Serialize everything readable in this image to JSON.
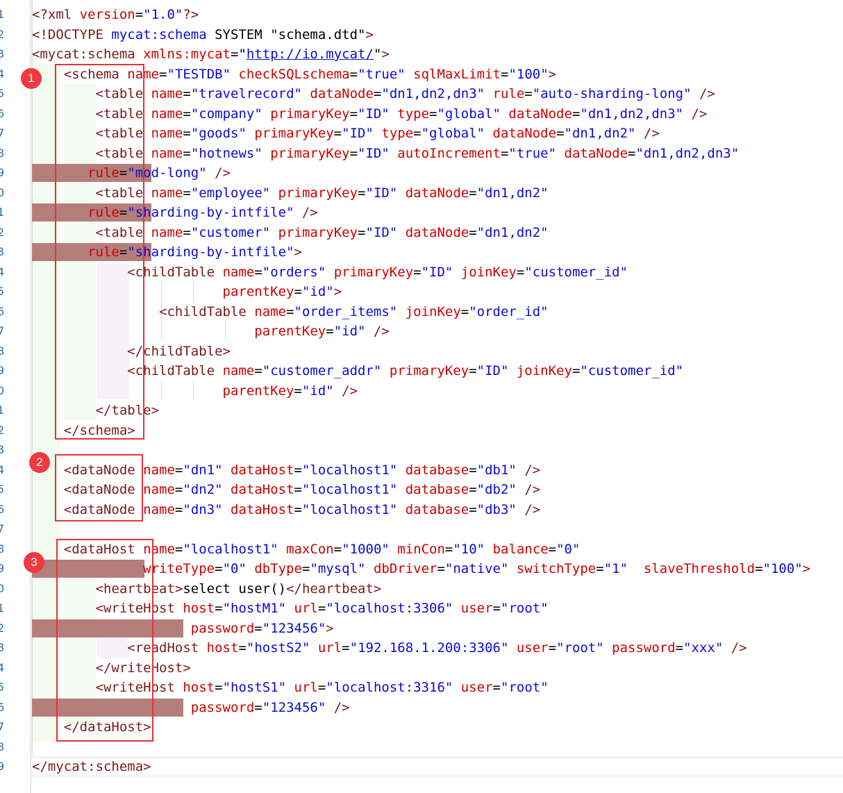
{
  "editor": {
    "line_numbers": [
      "1",
      "2",
      "3",
      "4",
      "5",
      "6",
      "7",
      "8",
      "9",
      "0",
      "1",
      "2",
      "3",
      "4",
      "5",
      "6",
      "7",
      "8",
      "9",
      "0",
      "1",
      "2",
      "3",
      "4",
      "5",
      "6",
      "7",
      "8",
      "9",
      "0",
      "1",
      "2",
      "3",
      "4",
      "5",
      "6",
      "7",
      "8",
      "9"
    ],
    "lines": [
      [
        [
          "t",
          "<?xml "
        ],
        [
          "a",
          "version"
        ],
        [
          "x",
          "="
        ],
        [
          "v",
          "\"1.0\""
        ],
        [
          "t",
          "?>"
        ]
      ],
      [
        [
          "t",
          "<!DOCTYPE "
        ],
        [
          "v",
          "mycat:schema "
        ],
        [
          "x",
          "SYSTEM "
        ],
        [
          "x",
          "\"schema.dtd\""
        ],
        [
          "t",
          ">"
        ]
      ],
      [
        [
          "t",
          "<mycat:schema "
        ],
        [
          "a",
          "xmlns:mycat"
        ],
        [
          "x",
          "="
        ],
        [
          "x",
          "\""
        ],
        [
          "u",
          "http://io.mycat/"
        ],
        [
          "x",
          "\""
        ],
        [
          "t",
          ">"
        ]
      ],
      [
        [
          "x",
          "    "
        ],
        [
          "t",
          "<schema "
        ],
        [
          "a",
          "name"
        ],
        [
          "x",
          "="
        ],
        [
          "v",
          "\"TESTDB\" "
        ],
        [
          "a",
          "checkSQLschema"
        ],
        [
          "x",
          "="
        ],
        [
          "v",
          "\"true\" "
        ],
        [
          "a",
          "sqlMaxLimit"
        ],
        [
          "x",
          "="
        ],
        [
          "v",
          "\"100\""
        ],
        [
          "t",
          ">"
        ]
      ],
      [
        [
          "x",
          "        "
        ],
        [
          "t",
          "<table "
        ],
        [
          "a",
          "name"
        ],
        [
          "x",
          "="
        ],
        [
          "v",
          "\"travelrecord\" "
        ],
        [
          "a",
          "dataNode"
        ],
        [
          "x",
          "="
        ],
        [
          "v",
          "\"dn1,dn2,dn3\" "
        ],
        [
          "a",
          "rule"
        ],
        [
          "x",
          "="
        ],
        [
          "v",
          "\"auto-sharding-long\" "
        ],
        [
          "t",
          "/>"
        ]
      ],
      [
        [
          "x",
          "        "
        ],
        [
          "t",
          "<table "
        ],
        [
          "a",
          "name"
        ],
        [
          "x",
          "="
        ],
        [
          "v",
          "\"company\" "
        ],
        [
          "a",
          "primaryKey"
        ],
        [
          "x",
          "="
        ],
        [
          "v",
          "\"ID\" "
        ],
        [
          "a",
          "type"
        ],
        [
          "x",
          "="
        ],
        [
          "v",
          "\"global\" "
        ],
        [
          "a",
          "dataNode"
        ],
        [
          "x",
          "="
        ],
        [
          "v",
          "\"dn1,dn2,dn3\" "
        ],
        [
          "t",
          "/>"
        ]
      ],
      [
        [
          "x",
          "        "
        ],
        [
          "t",
          "<table "
        ],
        [
          "a",
          "name"
        ],
        [
          "x",
          "="
        ],
        [
          "v",
          "\"goods\" "
        ],
        [
          "a",
          "primaryKey"
        ],
        [
          "x",
          "="
        ],
        [
          "v",
          "\"ID\" "
        ],
        [
          "a",
          "type"
        ],
        [
          "x",
          "="
        ],
        [
          "v",
          "\"global\" "
        ],
        [
          "a",
          "dataNode"
        ],
        [
          "x",
          "="
        ],
        [
          "v",
          "\"dn1,dn2\" "
        ],
        [
          "t",
          "/>"
        ]
      ],
      [
        [
          "x",
          "        "
        ],
        [
          "t",
          "<table "
        ],
        [
          "a",
          "name"
        ],
        [
          "x",
          "="
        ],
        [
          "v",
          "\"hotnews\" "
        ],
        [
          "a",
          "primaryKey"
        ],
        [
          "x",
          "="
        ],
        [
          "v",
          "\"ID\" "
        ],
        [
          "a",
          "autoIncrement"
        ],
        [
          "x",
          "="
        ],
        [
          "v",
          "\"true\" "
        ],
        [
          "a",
          "dataNode"
        ],
        [
          "x",
          "="
        ],
        [
          "v",
          "\"dn1,dn2,dn3\""
        ]
      ],
      [
        [
          "x",
          "       "
        ],
        [
          "a",
          "rule"
        ],
        [
          "x",
          "="
        ],
        [
          "v",
          "\"mod-long\" "
        ],
        [
          "t",
          "/>"
        ]
      ],
      [
        [
          "x",
          "        "
        ],
        [
          "t",
          "<table "
        ],
        [
          "a",
          "name"
        ],
        [
          "x",
          "="
        ],
        [
          "v",
          "\"employee\" "
        ],
        [
          "a",
          "primaryKey"
        ],
        [
          "x",
          "="
        ],
        [
          "v",
          "\"ID\" "
        ],
        [
          "a",
          "dataNode"
        ],
        [
          "x",
          "="
        ],
        [
          "v",
          "\"dn1,dn2\""
        ]
      ],
      [
        [
          "x",
          "       "
        ],
        [
          "a",
          "rule"
        ],
        [
          "x",
          "="
        ],
        [
          "v",
          "\"sharding-by-intfile\" "
        ],
        [
          "t",
          "/>"
        ]
      ],
      [
        [
          "x",
          "        "
        ],
        [
          "t",
          "<table "
        ],
        [
          "a",
          "name"
        ],
        [
          "x",
          "="
        ],
        [
          "v",
          "\"customer\" "
        ],
        [
          "a",
          "primaryKey"
        ],
        [
          "x",
          "="
        ],
        [
          "v",
          "\"ID\" "
        ],
        [
          "a",
          "dataNode"
        ],
        [
          "x",
          "="
        ],
        [
          "v",
          "\"dn1,dn2\""
        ]
      ],
      [
        [
          "x",
          "       "
        ],
        [
          "a",
          "rule"
        ],
        [
          "x",
          "="
        ],
        [
          "v",
          "\"sharding-by-intfile\""
        ],
        [
          "t",
          ">"
        ]
      ],
      [
        [
          "x",
          "            "
        ],
        [
          "t",
          "<childTable "
        ],
        [
          "a",
          "name"
        ],
        [
          "x",
          "="
        ],
        [
          "v",
          "\"orders\" "
        ],
        [
          "a",
          "primaryKey"
        ],
        [
          "x",
          "="
        ],
        [
          "v",
          "\"ID\" "
        ],
        [
          "a",
          "joinKey"
        ],
        [
          "x",
          "="
        ],
        [
          "v",
          "\"customer_id\""
        ]
      ],
      [
        [
          "x",
          "                        "
        ],
        [
          "a",
          "parentKey"
        ],
        [
          "x",
          "="
        ],
        [
          "v",
          "\"id\""
        ],
        [
          "t",
          ">"
        ]
      ],
      [
        [
          "x",
          "                "
        ],
        [
          "t",
          "<childTable "
        ],
        [
          "a",
          "name"
        ],
        [
          "x",
          "="
        ],
        [
          "v",
          "\"order_items\" "
        ],
        [
          "a",
          "joinKey"
        ],
        [
          "x",
          "="
        ],
        [
          "v",
          "\"order_id\""
        ]
      ],
      [
        [
          "x",
          "                            "
        ],
        [
          "a",
          "parentKey"
        ],
        [
          "x",
          "="
        ],
        [
          "v",
          "\"id\" "
        ],
        [
          "t",
          "/>"
        ]
      ],
      [
        [
          "x",
          "            "
        ],
        [
          "t",
          "</childTable>"
        ]
      ],
      [
        [
          "x",
          "            "
        ],
        [
          "t",
          "<childTable "
        ],
        [
          "a",
          "name"
        ],
        [
          "x",
          "="
        ],
        [
          "v",
          "\"customer_addr\" "
        ],
        [
          "a",
          "primaryKey"
        ],
        [
          "x",
          "="
        ],
        [
          "v",
          "\"ID\" "
        ],
        [
          "a",
          "joinKey"
        ],
        [
          "x",
          "="
        ],
        [
          "v",
          "\"customer_id\""
        ]
      ],
      [
        [
          "x",
          "                        "
        ],
        [
          "a",
          "parentKey"
        ],
        [
          "x",
          "="
        ],
        [
          "v",
          "\"id\" "
        ],
        [
          "t",
          "/>"
        ]
      ],
      [
        [
          "x",
          "        "
        ],
        [
          "t",
          "</table>"
        ]
      ],
      [
        [
          "x",
          "    "
        ],
        [
          "t",
          "</schema>"
        ]
      ],
      [],
      [
        [
          "x",
          "    "
        ],
        [
          "t",
          "<dataNode "
        ],
        [
          "a",
          "name"
        ],
        [
          "x",
          "="
        ],
        [
          "v",
          "\"dn1\" "
        ],
        [
          "a",
          "dataHost"
        ],
        [
          "x",
          "="
        ],
        [
          "v",
          "\"localhost1\" "
        ],
        [
          "a",
          "database"
        ],
        [
          "x",
          "="
        ],
        [
          "v",
          "\"db1\" "
        ],
        [
          "t",
          "/>"
        ]
      ],
      [
        [
          "x",
          "    "
        ],
        [
          "t",
          "<dataNode "
        ],
        [
          "a",
          "name"
        ],
        [
          "x",
          "="
        ],
        [
          "v",
          "\"dn2\" "
        ],
        [
          "a",
          "dataHost"
        ],
        [
          "x",
          "="
        ],
        [
          "v",
          "\"localhost1\" "
        ],
        [
          "a",
          "database"
        ],
        [
          "x",
          "="
        ],
        [
          "v",
          "\"db2\" "
        ],
        [
          "t",
          "/>"
        ]
      ],
      [
        [
          "x",
          "    "
        ],
        [
          "t",
          "<dataNode "
        ],
        [
          "a",
          "name"
        ],
        [
          "x",
          "="
        ],
        [
          "v",
          "\"dn3\" "
        ],
        [
          "a",
          "dataHost"
        ],
        [
          "x",
          "="
        ],
        [
          "v",
          "\"localhost1\" "
        ],
        [
          "a",
          "database"
        ],
        [
          "x",
          "="
        ],
        [
          "v",
          "\"db3\" "
        ],
        [
          "t",
          "/>"
        ]
      ],
      [],
      [
        [
          "x",
          "    "
        ],
        [
          "t",
          "<dataHost "
        ],
        [
          "a",
          "name"
        ],
        [
          "x",
          "="
        ],
        [
          "v",
          "\"localhost1\" "
        ],
        [
          "a",
          "maxCon"
        ],
        [
          "x",
          "="
        ],
        [
          "v",
          "\"1000\" "
        ],
        [
          "a",
          "minCon"
        ],
        [
          "x",
          "="
        ],
        [
          "v",
          "\"10\" "
        ],
        [
          "a",
          "balance"
        ],
        [
          "x",
          "="
        ],
        [
          "v",
          "\"0\""
        ]
      ],
      [
        [
          "x",
          "              "
        ],
        [
          "a",
          "writeType"
        ],
        [
          "x",
          "="
        ],
        [
          "v",
          "\"0\" "
        ],
        [
          "a",
          "dbType"
        ],
        [
          "x",
          "="
        ],
        [
          "v",
          "\"mysql\" "
        ],
        [
          "a",
          "dbDriver"
        ],
        [
          "x",
          "="
        ],
        [
          "v",
          "\"native\" "
        ],
        [
          "a",
          "switchType"
        ],
        [
          "x",
          "="
        ],
        [
          "v",
          "\"1\"  "
        ],
        [
          "a",
          "slaveThreshold"
        ],
        [
          "x",
          "="
        ],
        [
          "v",
          "\"100\""
        ],
        [
          "t",
          ">"
        ]
      ],
      [
        [
          "x",
          "        "
        ],
        [
          "t",
          "<heartbeat>"
        ],
        [
          "x",
          "select user()"
        ],
        [
          "t",
          "</heartbeat>"
        ]
      ],
      [
        [
          "x",
          "        "
        ],
        [
          "t",
          "<writeHost "
        ],
        [
          "a",
          "host"
        ],
        [
          "x",
          "="
        ],
        [
          "v",
          "\"hostM1\" "
        ],
        [
          "a",
          "url"
        ],
        [
          "x",
          "="
        ],
        [
          "v",
          "\"localhost:3306\" "
        ],
        [
          "a",
          "user"
        ],
        [
          "x",
          "="
        ],
        [
          "v",
          "\"root\""
        ]
      ],
      [
        [
          "x",
          "                    "
        ],
        [
          "a",
          "password"
        ],
        [
          "x",
          "="
        ],
        [
          "v",
          "\"123456\""
        ],
        [
          "t",
          ">"
        ]
      ],
      [
        [
          "x",
          "            "
        ],
        [
          "t",
          "<readHost "
        ],
        [
          "a",
          "host"
        ],
        [
          "x",
          "="
        ],
        [
          "v",
          "\"hostS2\" "
        ],
        [
          "a",
          "url"
        ],
        [
          "x",
          "="
        ],
        [
          "v",
          "\"192.168.1.200:3306\" "
        ],
        [
          "a",
          "user"
        ],
        [
          "x",
          "="
        ],
        [
          "v",
          "\"root\" "
        ],
        [
          "a",
          "password"
        ],
        [
          "x",
          "="
        ],
        [
          "v",
          "\"xxx\" "
        ],
        [
          "t",
          "/>"
        ]
      ],
      [
        [
          "x",
          "        "
        ],
        [
          "t",
          "</writeHost>"
        ]
      ],
      [
        [
          "x",
          "        "
        ],
        [
          "t",
          "<writeHost "
        ],
        [
          "a",
          "host"
        ],
        [
          "x",
          "="
        ],
        [
          "v",
          "\"hostS1\" "
        ],
        [
          "a",
          "url"
        ],
        [
          "x",
          "="
        ],
        [
          "v",
          "\"localhost:3316\" "
        ],
        [
          "a",
          "user"
        ],
        [
          "x",
          "="
        ],
        [
          "v",
          "\"root\""
        ]
      ],
      [
        [
          "x",
          "                    "
        ],
        [
          "a",
          "password"
        ],
        [
          "x",
          "="
        ],
        [
          "v",
          "\"123456\" "
        ],
        [
          "t",
          "/>"
        ]
      ],
      [
        [
          "x",
          "    "
        ],
        [
          "t",
          "</dataHost>"
        ]
      ],
      [],
      [
        [
          "t",
          "</mycat:schema>"
        ]
      ]
    ]
  },
  "annotations": {
    "badges": [
      "1",
      "2",
      "3"
    ]
  },
  "colors": {
    "tag": "#7a1a1a",
    "attribute": "#cc0000",
    "value": "#0b0bd6",
    "annotation": "#e63238",
    "wrap_marker": "#b47e7b"
  }
}
